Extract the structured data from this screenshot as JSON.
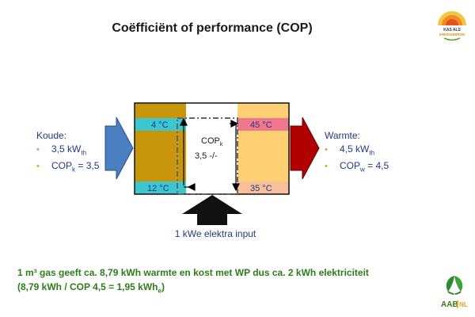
{
  "title": "Coëfficiënt of performance (COP)",
  "diagram": {
    "cold_top_temp": "4 °C",
    "cold_bottom_temp": "12 °C",
    "hot_top_temp": "45 °C",
    "hot_bottom_temp": "35 °C",
    "cop_label_main": "COP",
    "cop_label_sub": "k",
    "cop_value": "3,5 -/-",
    "input_label": "1 kWe elektra input"
  },
  "left_panel": {
    "heading": "Koude:",
    "line1_main": "3,5 kW",
    "line1_sub": "th",
    "line2_pre": "COP",
    "line2_sub": "k",
    "line2_post": " = 3,5"
  },
  "right_panel": {
    "heading": "Warmte:",
    "line1_main": "4,5 kW",
    "line1_sub": "th",
    "line2_pre": "COP",
    "line2_sub": "w",
    "line2_post": " = 4,5"
  },
  "footer": {
    "line1": "1 m³ gas geeft ca. 8,79 kWh warmte en kost met WP dus ca. 2 kWh elektriciteit",
    "line2_pre": "(8,79 kWh / COP 4,5 = 1,95 kWh",
    "line2_sub": "e",
    "line2_post": ")"
  },
  "logos": {
    "top_text_1": "KAS ALS",
    "top_text_2": "ENERGIEBRON",
    "bottom_text_1": "AAB",
    "bottom_text_2": "NL"
  },
  "colors": {
    "cold_block": "#c8960a",
    "cold_band": "#3ec6cf",
    "hot_block": "#ffcf73",
    "hot_top_band": "#f0788c",
    "hot_bottom_band": "#f8c09a",
    "cold_arrow": "#4a7fc1",
    "hot_arrow": "#b00000",
    "text_blue": "#1f3a86",
    "footer_green": "#2e7d1a",
    "bullet": "#e8a317"
  }
}
